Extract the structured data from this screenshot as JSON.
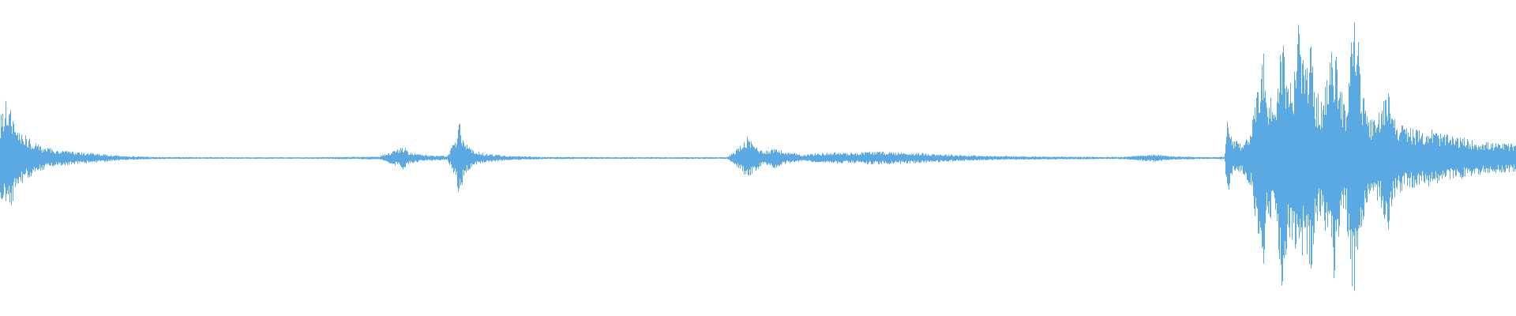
{
  "waveform": {
    "color": "#5aa9e2",
    "background": "#ffffff",
    "channels": 1,
    "amplitude_profile": [
      [
        0.0,
        0.28
      ],
      [
        0.004,
        0.4
      ],
      [
        0.008,
        0.3
      ],
      [
        0.012,
        0.2
      ],
      [
        0.018,
        0.14
      ],
      [
        0.025,
        0.09
      ],
      [
        0.035,
        0.06
      ],
      [
        0.05,
        0.04
      ],
      [
        0.065,
        0.03
      ],
      [
        0.08,
        0.015
      ],
      [
        0.1,
        0.008
      ],
      [
        0.15,
        0.006
      ],
      [
        0.2,
        0.006
      ],
      [
        0.25,
        0.01
      ],
      [
        0.262,
        0.06
      ],
      [
        0.266,
        0.08
      ],
      [
        0.27,
        0.04
      ],
      [
        0.28,
        0.02
      ],
      [
        0.295,
        0.015
      ],
      [
        0.3,
        0.12
      ],
      [
        0.303,
        0.28
      ],
      [
        0.306,
        0.12
      ],
      [
        0.312,
        0.05
      ],
      [
        0.32,
        0.03
      ],
      [
        0.335,
        0.015
      ],
      [
        0.36,
        0.008
      ],
      [
        0.42,
        0.006
      ],
      [
        0.48,
        0.007
      ],
      [
        0.49,
        0.1
      ],
      [
        0.493,
        0.14
      ],
      [
        0.497,
        0.1
      ],
      [
        0.503,
        0.05
      ],
      [
        0.508,
        0.06
      ],
      [
        0.512,
        0.07
      ],
      [
        0.518,
        0.04
      ],
      [
        0.53,
        0.025
      ],
      [
        0.55,
        0.04
      ],
      [
        0.56,
        0.035
      ],
      [
        0.575,
        0.045
      ],
      [
        0.59,
        0.04
      ],
      [
        0.605,
        0.035
      ],
      [
        0.625,
        0.025
      ],
      [
        0.65,
        0.015
      ],
      [
        0.7,
        0.01
      ],
      [
        0.74,
        0.008
      ],
      [
        0.76,
        0.025
      ],
      [
        0.775,
        0.012
      ],
      [
        0.8,
        0.006
      ],
      [
        0.808,
        0.01
      ],
      [
        0.81,
        0.28
      ],
      [
        0.813,
        0.12
      ],
      [
        0.82,
        0.1
      ],
      [
        0.826,
        0.22
      ],
      [
        0.83,
        0.55
      ],
      [
        0.833,
        0.85
      ],
      [
        0.836,
        0.4
      ],
      [
        0.842,
        0.45
      ],
      [
        0.846,
        0.88
      ],
      [
        0.85,
        0.5
      ],
      [
        0.853,
        0.6
      ],
      [
        0.857,
        0.92
      ],
      [
        0.861,
        0.6
      ],
      [
        0.864,
        0.88
      ],
      [
        0.868,
        0.45
      ],
      [
        0.872,
        0.4
      ],
      [
        0.876,
        0.55
      ],
      [
        0.88,
        0.82
      ],
      [
        0.884,
        0.5
      ],
      [
        0.888,
        0.38
      ],
      [
        0.892,
        0.95
      ],
      [
        0.895,
        0.97
      ],
      [
        0.899,
        0.45
      ],
      [
        0.903,
        0.25
      ],
      [
        0.908,
        0.28
      ],
      [
        0.912,
        0.35
      ],
      [
        0.916,
        0.55
      ],
      [
        0.92,
        0.28
      ],
      [
        0.926,
        0.22
      ],
      [
        0.932,
        0.2
      ],
      [
        0.938,
        0.18
      ],
      [
        0.944,
        0.2
      ],
      [
        0.95,
        0.17
      ],
      [
        0.957,
        0.15
      ],
      [
        0.964,
        0.14
      ],
      [
        0.972,
        0.12
      ],
      [
        0.98,
        0.11
      ],
      [
        0.988,
        0.1
      ],
      [
        0.995,
        0.1
      ],
      [
        1.0,
        0.09
      ]
    ]
  }
}
